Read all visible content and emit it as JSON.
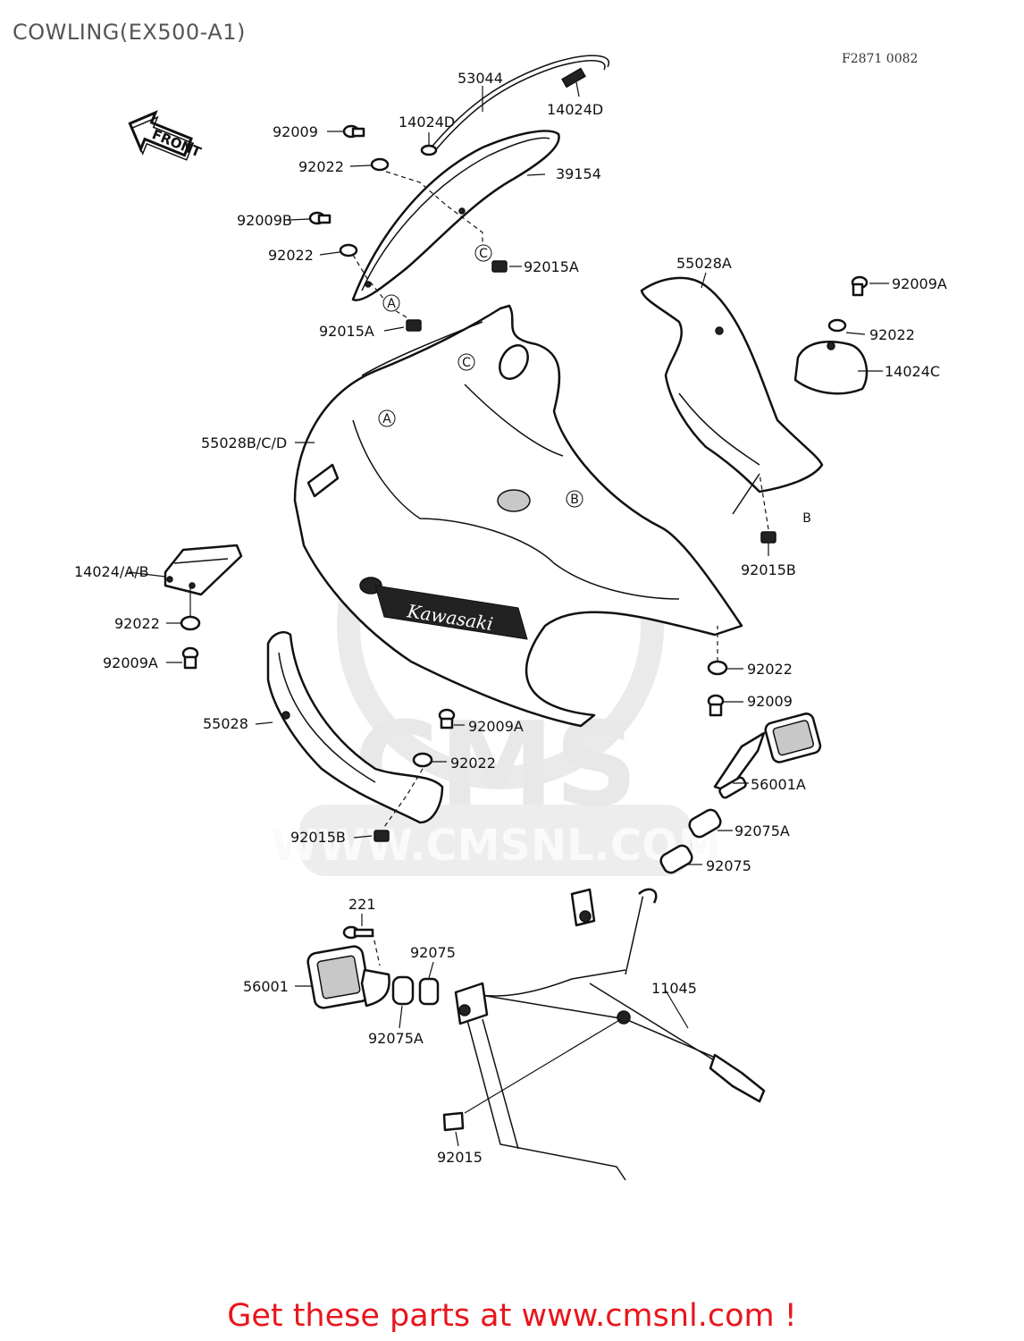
{
  "title": "COWLING(EX500-A1)",
  "figure_code": "F2871 0082",
  "footer": "Get these parts at www.cmsnl.com !",
  "watermark": {
    "logo": "CMS",
    "url": "WWW.CMSNL.COM"
  },
  "front_arrow": "FRONT",
  "brand_decal": "Kawasaki",
  "ref_marks": {
    "a": "A",
    "b": "B",
    "c": "C"
  },
  "labels": {
    "p53044": "53044",
    "p14024D_left": "14024D",
    "p14024D_right": "14024D",
    "p92009_top": "92009",
    "p92022_top": "92022",
    "p39154": "39154",
    "p92009B": "92009B",
    "p92022_mid": "92022",
    "p92015A_right": "92015A",
    "p92015A_left": "92015A",
    "p55028A": "55028A",
    "p92009A_right": "92009A",
    "p92022_right": "92022",
    "p14024C": "14024C",
    "p55028BCD": "55028B/C/D",
    "p92015B_right": "92015B",
    "p14024AB": "14024/A/B",
    "p92022_left": "92022",
    "p92009A_left": "92009A",
    "p92022_lower_right": "92022",
    "p92009_lower_right": "92009",
    "p55028": "55028",
    "p92009A_center": "92009A",
    "p92022_center": "92022",
    "p56001A": "56001A",
    "p92015B_left": "92015B",
    "p92075A_right": "92075A",
    "p92075_right": "92075",
    "p221": "221",
    "p92075_left": "92075",
    "p11045": "11045",
    "p56001": "56001",
    "p92075A_left": "92075A",
    "p92015_bottom": "92015"
  }
}
